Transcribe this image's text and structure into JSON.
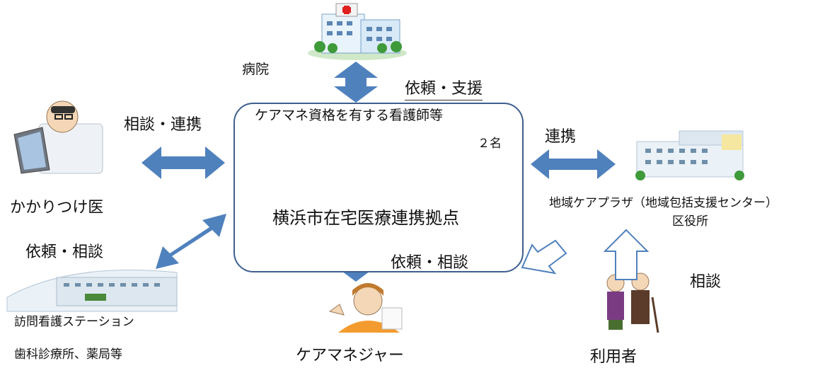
{
  "hub": {
    "role": "ケアマネ資格を有する看護師等",
    "count": "２名",
    "name": "横浜市在宅医療連携拠点"
  },
  "nodes": {
    "hospital": "病院",
    "family_doctor": "かかりつけ医",
    "plaza_line1": "地域ケアプラザ（地域包括支援センター）",
    "plaza_line2": "区役所",
    "station_line1": "訪問看護ステーション",
    "station_line2": "歯科診療所、薬局等",
    "care_manager": "ケアマネジャー",
    "user": "利用者"
  },
  "relations": {
    "hospital": "依頼・支援",
    "family_doctor": "相談・連携",
    "plaza": "連携",
    "station": "依頼・相談",
    "care_manager": "依頼・相談",
    "user": "相談"
  },
  "colors": {
    "arrow_fill": "#4f81bd",
    "hub_border": "#3e5f8e",
    "hollow_arrow": "#4f81bd"
  }
}
